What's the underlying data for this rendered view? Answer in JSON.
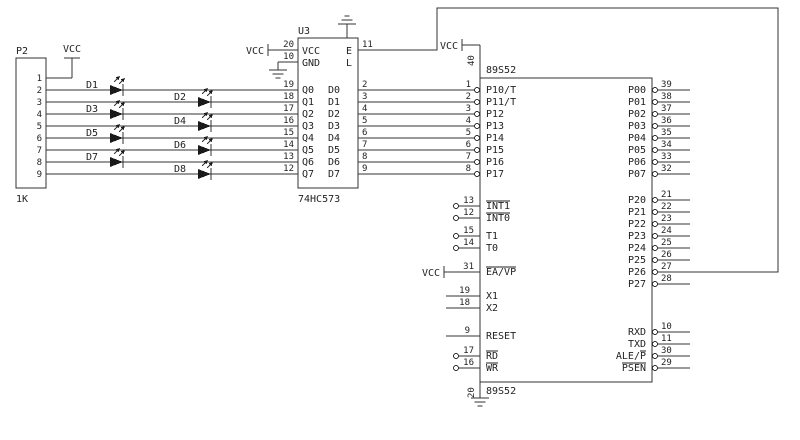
{
  "connector": {
    "ref": "P2",
    "value": "1K",
    "vcc_label": "VCC",
    "pins": [
      "1",
      "2",
      "3",
      "4",
      "5",
      "6",
      "7",
      "8",
      "9"
    ]
  },
  "leds": {
    "labels": [
      "D1",
      "D2",
      "D3",
      "D4",
      "D5",
      "D6",
      "D7",
      "D8"
    ]
  },
  "latch": {
    "ref": "U3",
    "part": "74HC573",
    "vcc_label": "VCC",
    "pin20": "20",
    "pin10": "10",
    "pin11": "11",
    "row_vcc": "VCC",
    "row_e": "E",
    "row_gnd": "GND",
    "row_l": "L",
    "out_pins": [
      "19",
      "18",
      "17",
      "16",
      "15",
      "14",
      "13",
      "12"
    ],
    "out_labels": [
      "Q0",
      "Q1",
      "Q2",
      "Q3",
      "Q4",
      "Q5",
      "Q6",
      "Q7"
    ],
    "in_pins": [
      "2",
      "3",
      "4",
      "5",
      "6",
      "7",
      "8",
      "9"
    ],
    "in_labels": [
      "D0",
      "D1",
      "D2",
      "D3",
      "D4",
      "D5",
      "D6",
      "D7"
    ]
  },
  "mcu": {
    "part_top": "89S52",
    "part_bottom": "89S52",
    "vcc_label": "VCC",
    "ea_vcc_label": "VCC",
    "pin_vcc": "40",
    "pin_gnd": "20",
    "p1_pins": [
      "1",
      "2",
      "3",
      "4",
      "5",
      "6",
      "7",
      "8"
    ],
    "p1_labels": [
      "P10/T",
      "P11/T",
      "P12",
      "P13",
      "P14",
      "P15",
      "P16",
      "P17"
    ],
    "int_pins": [
      "13",
      "12"
    ],
    "int_labels": [
      "INT1",
      "INT0"
    ],
    "t_pins": [
      "15",
      "14"
    ],
    "t_labels": [
      "T1",
      "T0"
    ],
    "ea_pin": "31",
    "ea_label": "EA/VP",
    "x_pins": [
      "19",
      "18"
    ],
    "x_labels": [
      "X1",
      "X2"
    ],
    "reset_pin": "9",
    "reset_label": "RESET",
    "rw_pins": [
      "17",
      "16"
    ],
    "rw_labels": [
      "RD",
      "WR"
    ],
    "p0_pins": [
      "39",
      "38",
      "37",
      "36",
      "35",
      "34",
      "33",
      "32"
    ],
    "p0_labels": [
      "P00",
      "P01",
      "P02",
      "P03",
      "P04",
      "P05",
      "P06",
      "P07"
    ],
    "p2_pins": [
      "21",
      "22",
      "23",
      "24",
      "25",
      "26",
      "27",
      "28"
    ],
    "p2_labels": [
      "P20",
      "P21",
      "P22",
      "P23",
      "P24",
      "P25",
      "P26",
      "P27"
    ],
    "ser_pins": [
      "10",
      "11",
      "30",
      "29"
    ],
    "ser_labels": [
      "RXD",
      "TXD",
      "ALE/P",
      "PSEN"
    ]
  }
}
